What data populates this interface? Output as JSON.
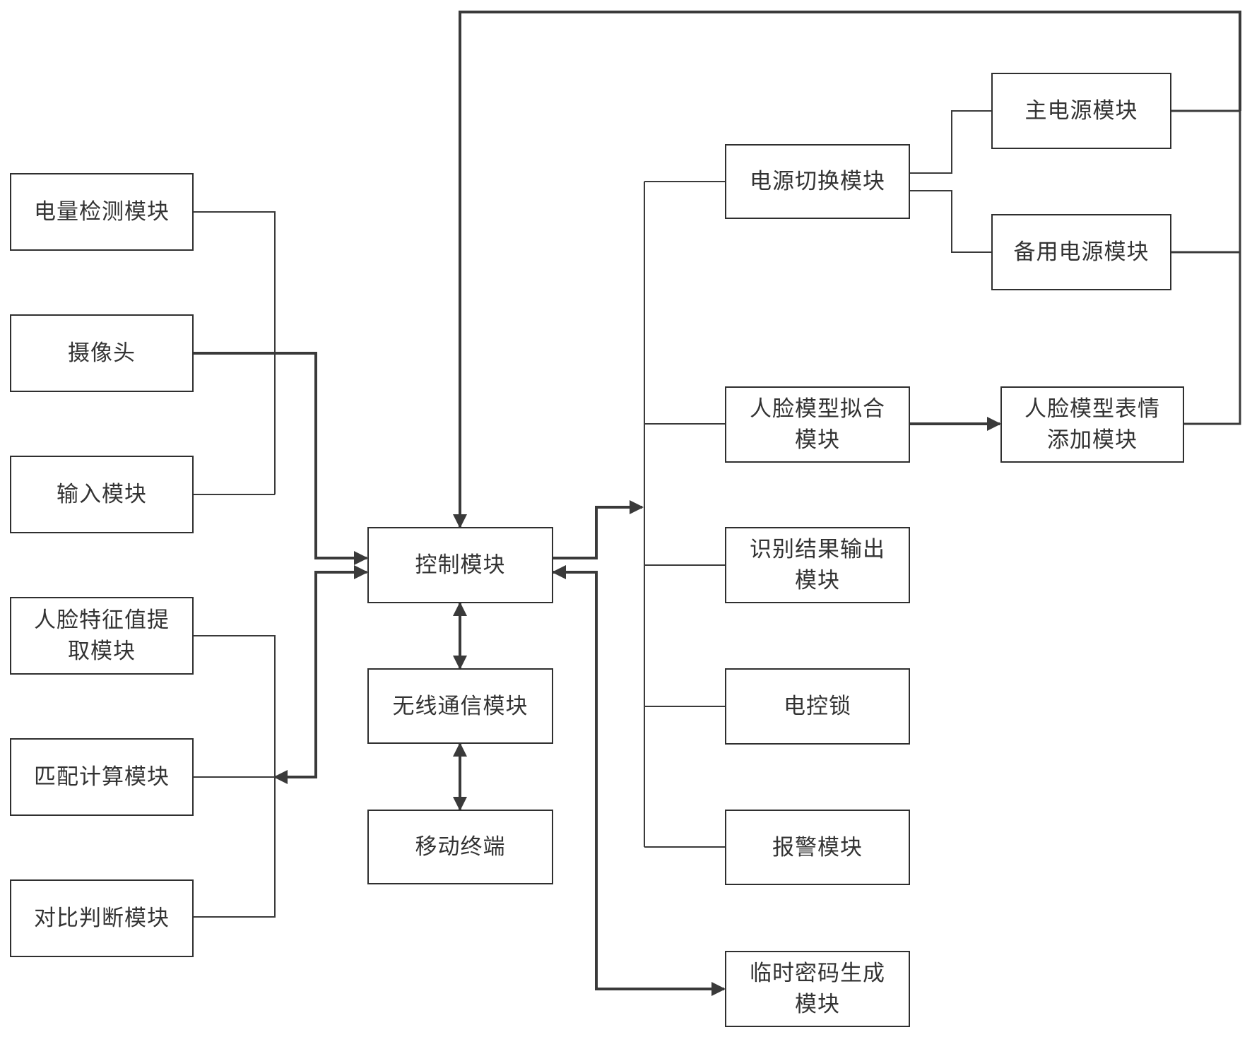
{
  "modules": {
    "power_detect": "电量检测模块",
    "camera": "摄像头",
    "input": "输入模块",
    "face_feature_l1": "人脸特征值提",
    "face_feature_l2": "取模块",
    "match_calc": "匹配计算模块",
    "compare_judge": "对比判断模块",
    "control": "控制模块",
    "wireless": "无线通信模块",
    "mobile": "移动终端",
    "power_switch": "电源切换模块",
    "main_power": "主电源模块",
    "backup_power": "备用电源模块",
    "face_fit_l1": "人脸模型拟合",
    "face_fit_l2": "模块",
    "expression_l1": "人脸模型表情",
    "expression_l2": "添加模块",
    "result_l1": "识别结果输出",
    "result_l2": "模块",
    "elock": "电控锁",
    "alarm": "报警模块",
    "temp_pwd_l1": "临时密码生成",
    "temp_pwd_l2": "模块"
  },
  "colors": {
    "line": "#3a3a3a",
    "border": "#2f2f2f",
    "text": "#333333"
  }
}
